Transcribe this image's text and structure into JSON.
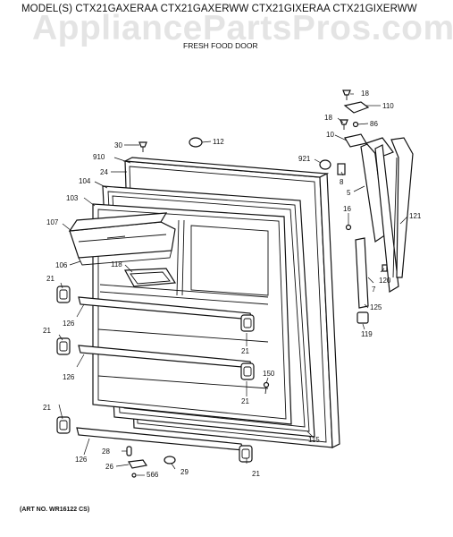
{
  "header": {
    "model_line": "MODEL(S) CTX21GAXERAA CTX21GAXERWW CTX21GIXERAA CTX21GIXERWW",
    "watermark": "AppliancePartsPros.com",
    "section_title": "FRESH FOOD DOOR"
  },
  "footer": {
    "art_number": "(ART NO. WR16122 CS)"
  },
  "callouts": [
    {
      "id": "c18a",
      "text": "18"
    },
    {
      "id": "c110",
      "text": "110"
    },
    {
      "id": "c18b",
      "text": "18"
    },
    {
      "id": "c86",
      "text": "86"
    },
    {
      "id": "c10",
      "text": "10"
    },
    {
      "id": "c30",
      "text": "30"
    },
    {
      "id": "c112",
      "text": "112"
    },
    {
      "id": "c910",
      "text": "910"
    },
    {
      "id": "c24",
      "text": "24"
    },
    {
      "id": "c921",
      "text": "921"
    },
    {
      "id": "c8",
      "text": "8"
    },
    {
      "id": "c104",
      "text": "104"
    },
    {
      "id": "c5",
      "text": "5"
    },
    {
      "id": "c103",
      "text": "103"
    },
    {
      "id": "c16",
      "text": "16"
    },
    {
      "id": "c121",
      "text": "121"
    },
    {
      "id": "c107",
      "text": "107"
    },
    {
      "id": "c118",
      "text": "118"
    },
    {
      "id": "c106",
      "text": "106"
    },
    {
      "id": "c120",
      "text": "120"
    },
    {
      "id": "c7",
      "text": "7"
    },
    {
      "id": "c21a",
      "text": "21"
    },
    {
      "id": "c125",
      "text": "125"
    },
    {
      "id": "c126a",
      "text": "126"
    },
    {
      "id": "c21b",
      "text": "21"
    },
    {
      "id": "c119",
      "text": "119"
    },
    {
      "id": "c21c",
      "text": "21"
    },
    {
      "id": "c126b",
      "text": "126"
    },
    {
      "id": "c150",
      "text": "150"
    },
    {
      "id": "c21d",
      "text": "21"
    },
    {
      "id": "c21e",
      "text": "21"
    },
    {
      "id": "c115",
      "text": "115"
    },
    {
      "id": "c28",
      "text": "28"
    },
    {
      "id": "c126c",
      "text": "126"
    },
    {
      "id": "c26",
      "text": "26"
    },
    {
      "id": "c566",
      "text": "566"
    },
    {
      "id": "c29",
      "text": "29"
    },
    {
      "id": "c21f",
      "text": "21"
    }
  ]
}
